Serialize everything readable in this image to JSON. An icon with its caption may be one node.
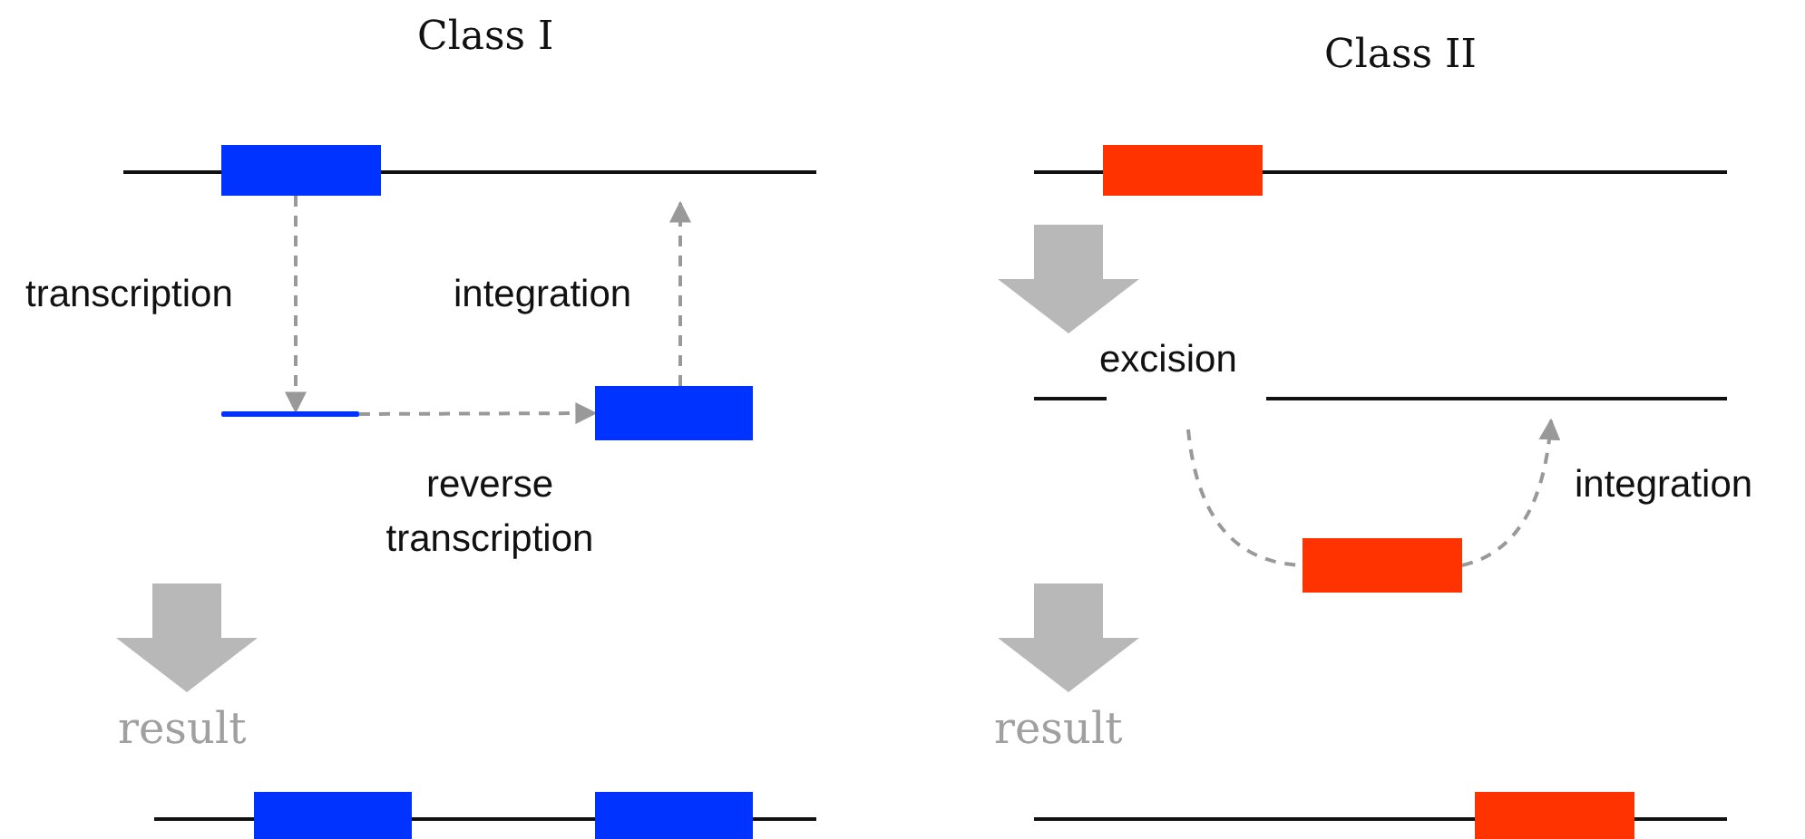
{
  "diagram": {
    "nodes": [
      {
        "text": [],
        "shape": "box"
      },
      {
        "text": [],
        "shape": "box"
      },
      {
        "text": [],
        "shape": "bar"
      },
      {
        "text": [],
        "shape": "box"
      },
      {
        "text": [],
        "shape": "box"
      },
      {
        "text": [],
        "shape": "box"
      },
      {
        "text": [],
        "shape": "box"
      },
      {
        "text": [],
        "shape": "box"
      }
    ],
    "edges": [
      {
        "from": 0,
        "to": 2,
        "arrow": "to",
        "style": "dashed",
        "label": "transcription"
      },
      {
        "from": 2,
        "to": 3,
        "arrow": "to",
        "style": "dashed",
        "label": "reverse transcription"
      },
      {
        "from": 3,
        "to": null,
        "arrow": "to",
        "style": "dashed",
        "label": "integration"
      },
      {
        "from": null,
        "to": 4,
        "arrow": "none",
        "style": "dashed"
      },
      {
        "from": 4,
        "to": null,
        "arrow": "to",
        "style": "dashed",
        "label": "integration"
      }
    ],
    "labels": [
      "Class I",
      "Class II",
      "excision",
      "result",
      "result"
    ]
  }
}
